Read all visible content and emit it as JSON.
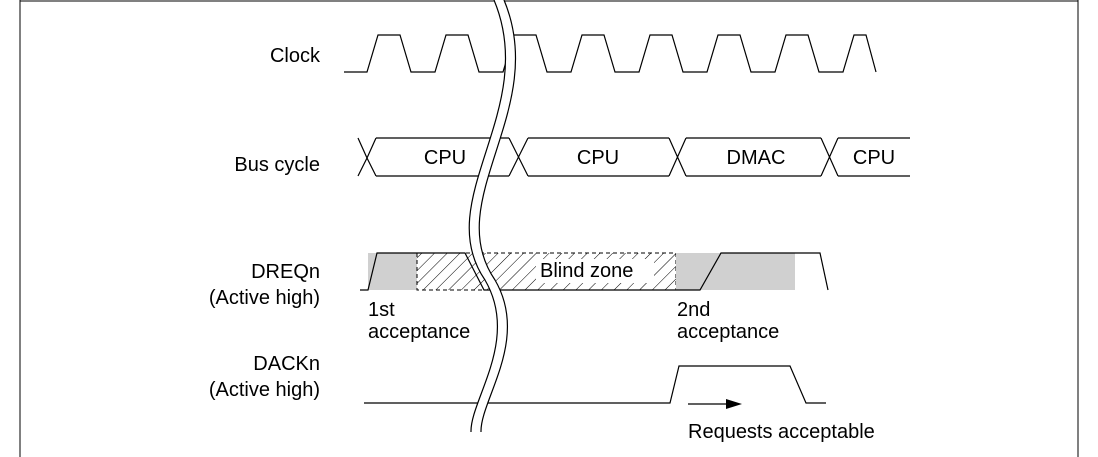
{
  "signals": {
    "clock": "Clock",
    "bus_cycle": "Bus cycle",
    "dreq_name": "DREQn",
    "dreq_sub": "(Active high)",
    "dack_name": "DACKn",
    "dack_sub": "(Active high)"
  },
  "bus_segments": [
    "CPU",
    "CPU",
    "DMAC",
    "CPU"
  ],
  "annotations": {
    "blind_zone": "Blind zone",
    "first_acceptance_line1": "1st",
    "first_acceptance_line2": "acceptance",
    "second_acceptance_line1": "2nd",
    "second_acceptance_line2": "acceptance",
    "requests_acceptable": "Requests acceptable"
  },
  "colors": {
    "line": "#000000",
    "shade": "#d0d0d0",
    "hatch": "#000000",
    "background": "#ffffff"
  }
}
